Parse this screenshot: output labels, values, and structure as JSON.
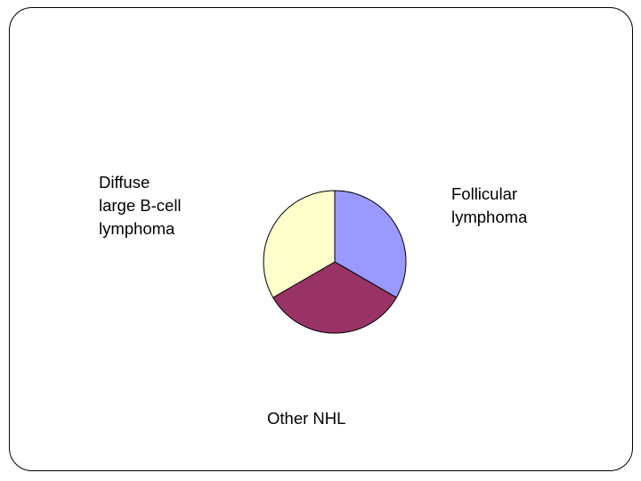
{
  "slide": {
    "background_color": "#FFFFFF",
    "border_color": "#000000"
  },
  "chart_data": {
    "type": "pie",
    "title": "",
    "categories": [
      "Follicular lymphoma",
      "Other NHL",
      "Diffuse large B-cell lymphoma"
    ],
    "values": [
      33.3,
      33.3,
      33.3
    ],
    "colors": [
      "#9999FF",
      "#993366",
      "#FFFFCC"
    ],
    "slice_border_color": "#000000",
    "start_angle_deg": 0,
    "direction": "clockwise",
    "legend_position": "none",
    "labels_position": "outside",
    "grid": false,
    "slices": [
      {
        "name": "Follicular lymphoma",
        "value": 33.3,
        "color": "#9999FF",
        "start_deg": 0,
        "end_deg": 120,
        "label": "Follicular\nlymphoma",
        "label_placement": "right"
      },
      {
        "name": "Other NHL",
        "value": 33.3,
        "color": "#993366",
        "start_deg": 120,
        "end_deg": 240,
        "label": "Other NHL",
        "label_placement": "bottom"
      },
      {
        "name": "Diffuse large B-cell lymphoma",
        "value": 33.3,
        "color": "#FFFFCC",
        "start_deg": 240,
        "end_deg": 360,
        "label": "Diffuse\nlarge B-cell\nlymphoma",
        "label_placement": "left"
      }
    ]
  },
  "labels": {
    "diffuse": "Diffuse\nlarge B-cell\nlymphoma",
    "follicular": "Follicular\nlymphoma",
    "other": "Other NHL"
  }
}
